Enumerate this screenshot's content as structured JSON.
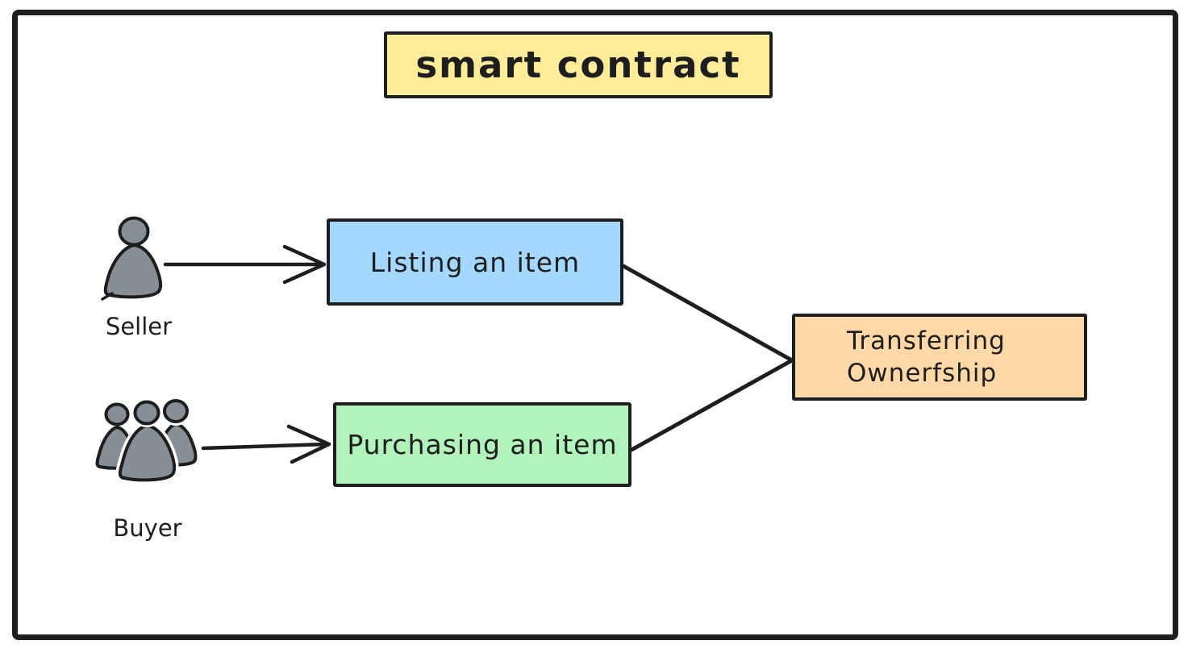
{
  "diagram": {
    "title": "smart contract",
    "actors": {
      "seller": {
        "label": "Seller",
        "icon": "person-icon"
      },
      "buyer": {
        "label": "Buyer",
        "icon": "people-group-icon"
      }
    },
    "nodes": {
      "title": {
        "fill": "#ffec99"
      },
      "listing": {
        "label": "Listing an item",
        "fill": "#a5d8ff"
      },
      "purchasing": {
        "label": "Purchasing an item",
        "fill": "#b2f2bb"
      },
      "transferring": {
        "lines": [
          "Transferring",
          "Ownerfship"
        ],
        "fill": "#ffd8a8"
      }
    },
    "connections": [
      {
        "from": "Seller",
        "to": "Listing an item",
        "style": "arrow"
      },
      {
        "from": "Buyer",
        "to": "Purchasing an item",
        "style": "arrow"
      },
      {
        "from": "Listing an item",
        "to": "Transferring Ownerfship",
        "style": "line"
      },
      {
        "from": "Purchasing an item",
        "to": "Transferring Ownerfship",
        "style": "line"
      }
    ],
    "colors": {
      "stroke": "#1e1e1e",
      "background": "#ffffff",
      "actor_fill": "#868e96"
    }
  }
}
